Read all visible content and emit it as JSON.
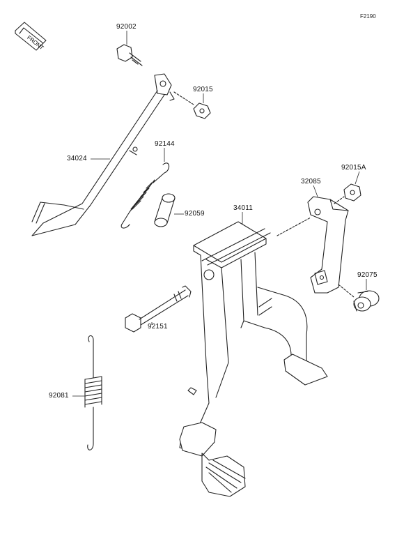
{
  "figure_code": "F2190",
  "front_badge": "FRONT",
  "labels": {
    "p92002": "92002",
    "p92015": "92015",
    "p34024": "34024",
    "p92144": "92144",
    "p92059": "92059",
    "p34011": "34011",
    "p32085": "32085",
    "p92015A": "92015A",
    "p92075": "92075",
    "p92151": "92151",
    "p92081": "92081"
  }
}
